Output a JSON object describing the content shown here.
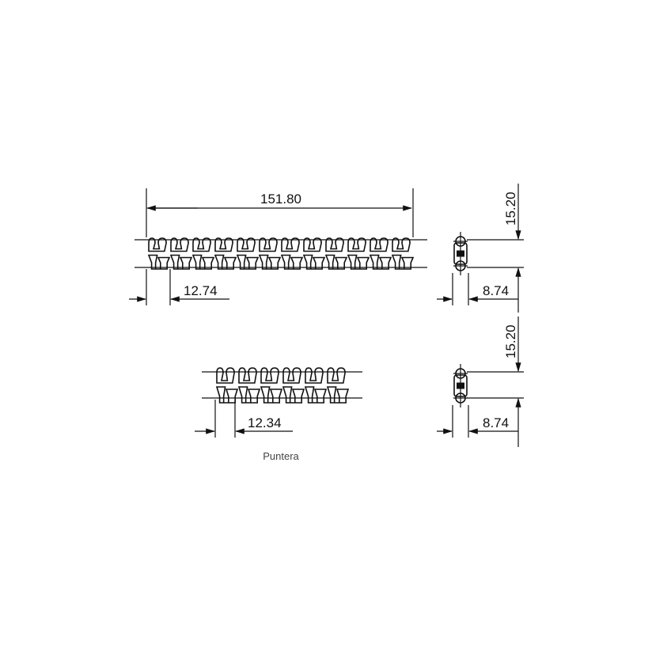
{
  "drawing": {
    "top_view": {
      "overall_width": "151.80",
      "pitch": "12.74",
      "links": 12
    },
    "top_side_view": {
      "height": "15.20",
      "thickness": "8.74"
    },
    "bottom_view": {
      "pitch": "12.34",
      "links": 6,
      "caption": "Puntera"
    },
    "bottom_side_view": {
      "height": "15.20",
      "thickness": "8.74"
    }
  }
}
